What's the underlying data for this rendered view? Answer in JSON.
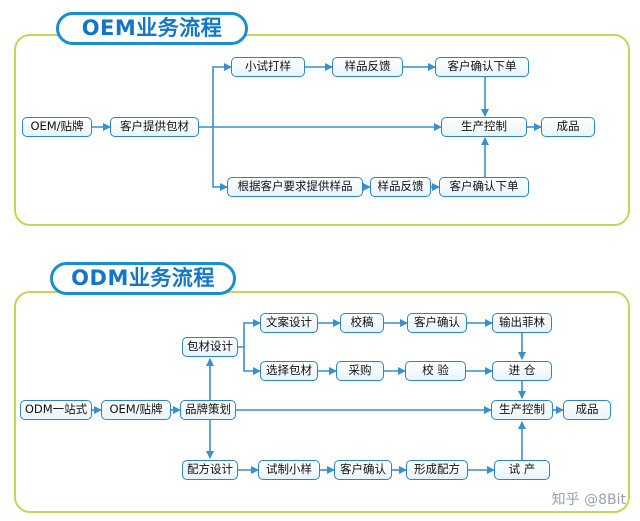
{
  "oem": {
    "title": "OEM业务流程",
    "nodes": {
      "start": "OEM/贴牌",
      "client_materials": "客户提供包材",
      "trial_print": "小试打样",
      "sample_feedback_top": "样品反馈",
      "confirm_order_top": "客户确认下单",
      "production": "生产控制",
      "finished": "成品",
      "sample_by_request": "根据客户要求提供样品",
      "sample_feedback_bottom": "样品反馈",
      "confirm_order_bottom": "客户确认下单"
    }
  },
  "odm": {
    "title": "ODM业务流程",
    "nodes": {
      "start": "ODM一站式",
      "oem_label": "OEM/贴牌",
      "brand_planning": "品牌策划",
      "packaging_design": "包材设计",
      "copy_design": "文案设计",
      "proofread": "校稿",
      "client_confirm_copy": "客户确认",
      "output_film": "输出菲林",
      "choose_packaging": "选择包材",
      "purchase": "采购",
      "inspect": "校 验",
      "warehouse": "进 仓",
      "production": "生产控制",
      "finished": "成品",
      "formula_design": "配方设计",
      "trial_small": "试制小样",
      "client_confirm_sample": "客户确认",
      "form_formula": "形成配方",
      "trial_production": "试 产"
    }
  },
  "watermark": "知乎 @8Bit",
  "colors": {
    "panel_border": "#c4d65a",
    "node_border": "#2b86c9",
    "title_blue": "#1476c8",
    "connector": "#3a8fd0"
  }
}
